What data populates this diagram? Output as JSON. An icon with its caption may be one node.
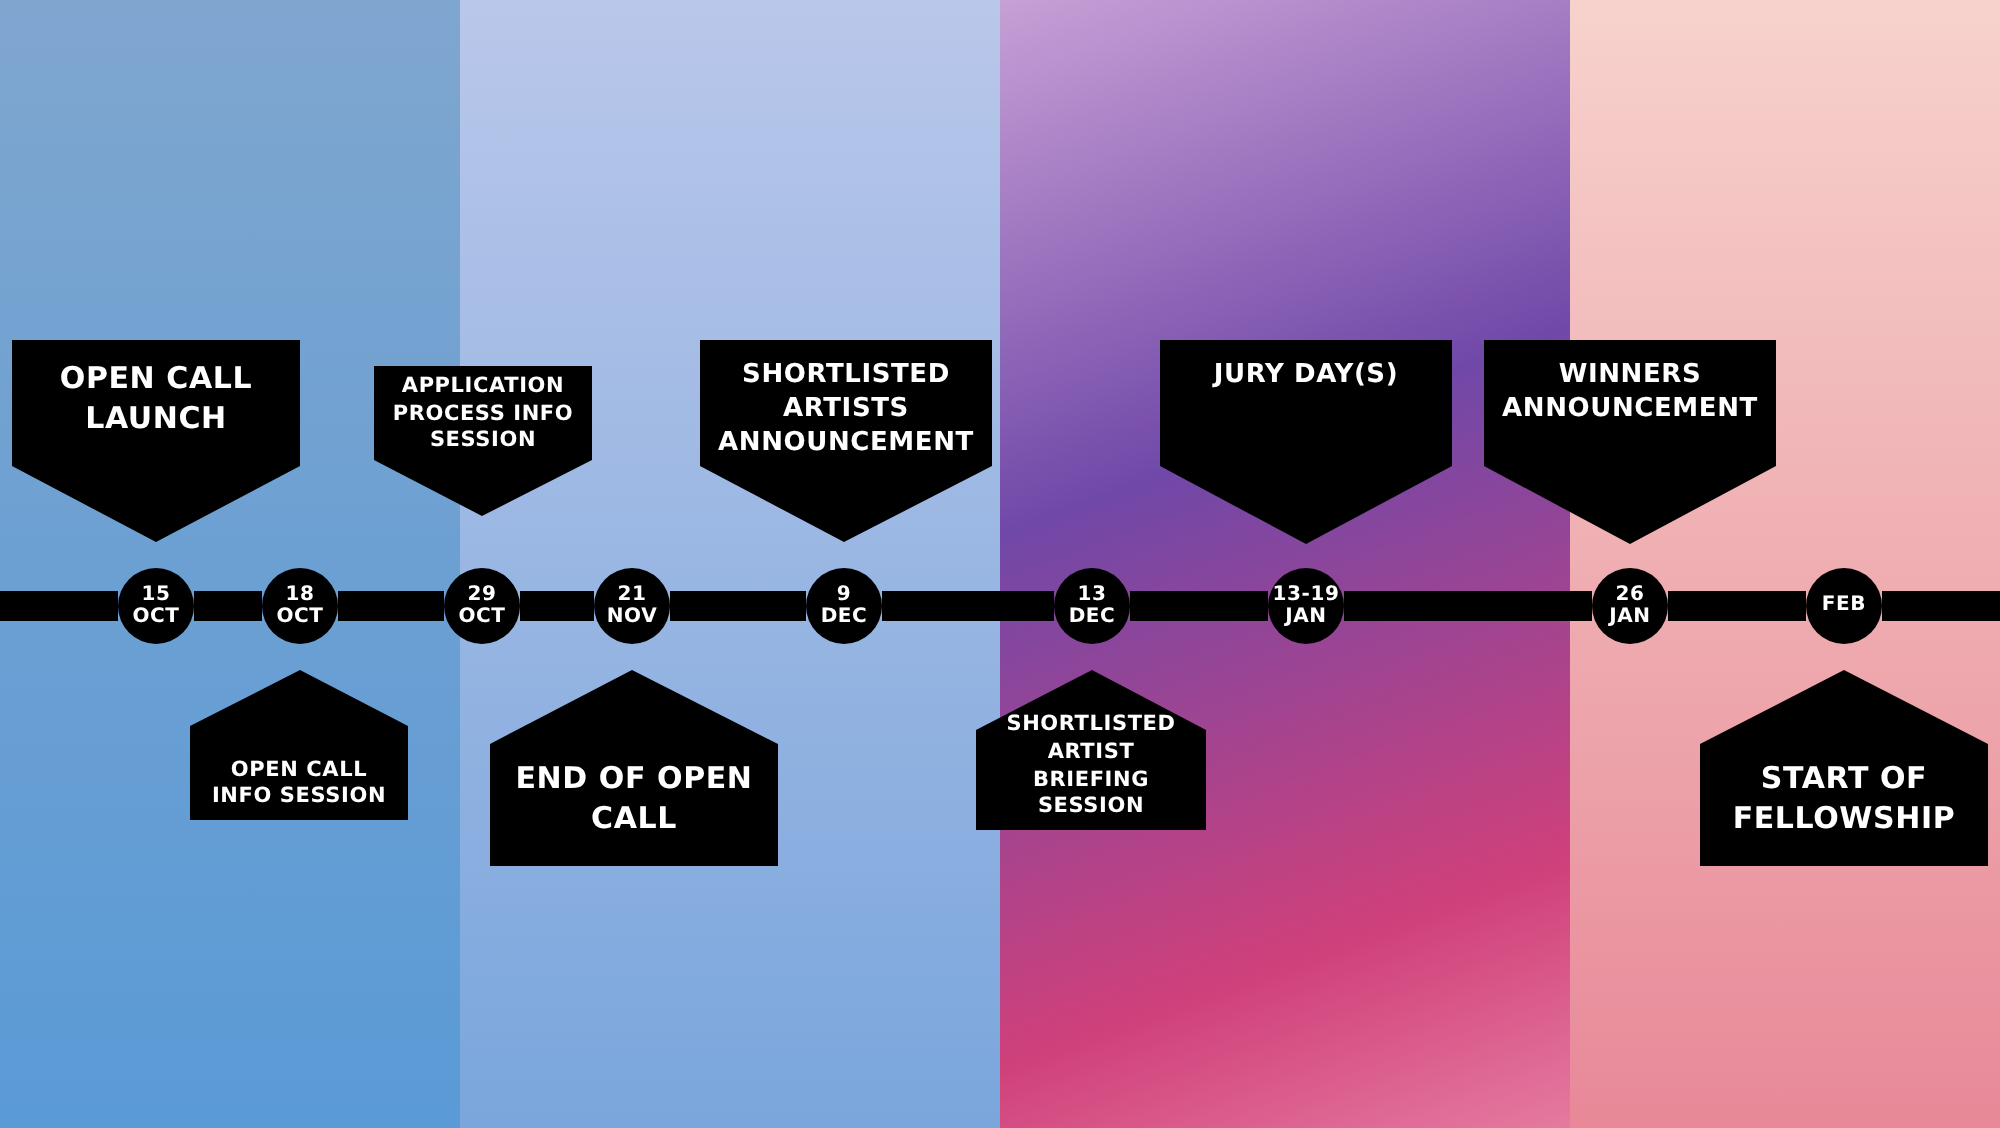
{
  "diagram": {
    "nodes": [
      {
        "text": [
          "OPEN CALL LAUNCH"
        ]
      },
      {
        "text": [
          "APPLICATION PROCESS INFO SESSION"
        ]
      },
      {
        "text": [
          "SHORTLISTED ARTISTS ANNOUNCEMENT"
        ]
      },
      {
        "text": [
          "JURY DAY(S)"
        ]
      },
      {
        "text": [
          "WINNERS ANNOUNCEMENT"
        ]
      },
      {
        "text": [
          "15 OCT"
        ]
      },
      {
        "text": [
          "18 OCT"
        ]
      },
      {
        "text": [
          "29 OCT"
        ]
      },
      {
        "text": [
          "21 NOV"
        ]
      },
      {
        "text": [
          "9 DEC"
        ]
      },
      {
        "text": [
          "13 DEC"
        ]
      },
      {
        "text": [
          "13-19 JAN"
        ]
      },
      {
        "text": [
          "26 JAN"
        ]
      },
      {
        "text": [
          "FEB"
        ]
      },
      {
        "text": [
          "OPEN CALL INFO SESSION"
        ]
      },
      {
        "text": [
          "END OF OPEN CALL"
        ]
      },
      {
        "text": [
          "SHORTLISTED ARTIST BRIEFING SESSION"
        ]
      },
      {
        "text": [
          "START OF FELLOWSHIP"
        ]
      }
    ],
    "edges": [
      {
        "from": 5,
        "to": 6,
        "arrow": "none"
      },
      {
        "from": 6,
        "to": 7,
        "arrow": "none"
      },
      {
        "from": 7,
        "to": 8,
        "arrow": "none"
      },
      {
        "from": 8,
        "to": 9,
        "arrow": "none"
      },
      {
        "from": 9,
        "to": 10,
        "arrow": "none"
      },
      {
        "from": 10,
        "to": 11,
        "arrow": "none"
      },
      {
        "from": 11,
        "to": 12,
        "arrow": "none"
      },
      {
        "from": 12,
        "to": 13,
        "arrow": "none"
      }
    ]
  }
}
